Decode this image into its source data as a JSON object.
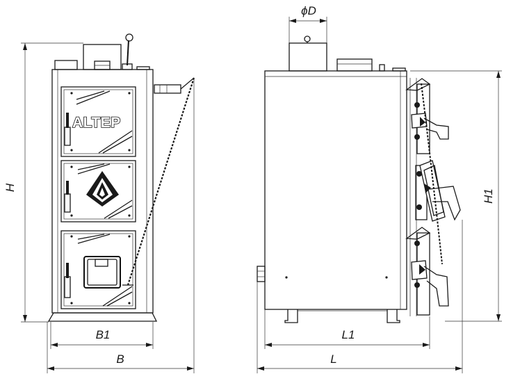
{
  "front_view": {
    "brand_label": "ALTEP"
  },
  "dimensions": {
    "height": "H",
    "base_width": "B1",
    "overall_width": "B",
    "flue_diameter": "ϕD",
    "door_height": "H1",
    "base_length": "L1",
    "overall_length": "L"
  },
  "colors": {
    "line": "#1a1a1a",
    "background": "#ffffff"
  }
}
